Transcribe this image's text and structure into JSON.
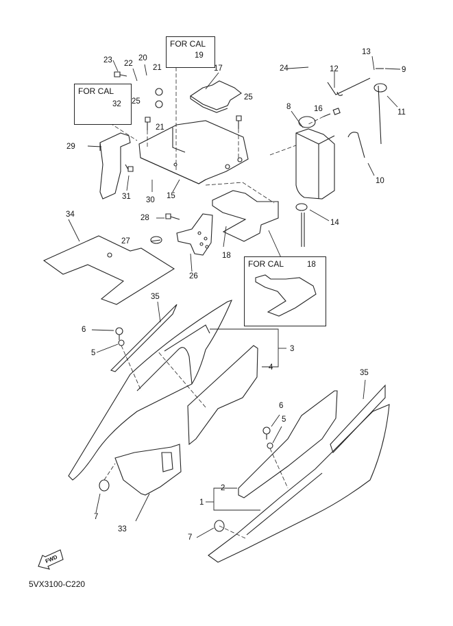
{
  "diagram": {
    "code": "5VX3100-C220",
    "fwd_label": "FWD",
    "for_cal_label": "FOR CAL",
    "for_cal_boxes": [
      {
        "id": "box-19",
        "title": "FOR CAL",
        "parts": [
          "19"
        ]
      },
      {
        "id": "box-32",
        "title": "FOR CAL",
        "parts": [
          "32"
        ]
      },
      {
        "id": "box-18",
        "title": "FOR CAL",
        "parts": [
          "18"
        ]
      }
    ],
    "callouts": {
      "c1": "1",
      "c2": "2",
      "c3": "3",
      "c4": "4",
      "c5a": "5",
      "c5b": "5",
      "c6a": "6",
      "c6b": "6",
      "c7a": "7",
      "c7b": "7",
      "c8": "8",
      "c9": "9",
      "c10": "10",
      "c11": "11",
      "c12": "12",
      "c13": "13",
      "c14": "14",
      "c15": "15",
      "c16": "16",
      "c17": "17",
      "c18": "18",
      "c18b": "18",
      "c19": "19",
      "c20": "20",
      "c21a": "21",
      "c21b": "21",
      "c22": "22",
      "c23": "23",
      "c24": "24",
      "c25a": "25",
      "c25b": "25",
      "c26": "26",
      "c27": "27",
      "c28": "28",
      "c29": "29",
      "c30": "30",
      "c31": "31",
      "c32": "32",
      "c33": "33",
      "c34": "34",
      "c35a": "35",
      "c35b": "35"
    }
  }
}
